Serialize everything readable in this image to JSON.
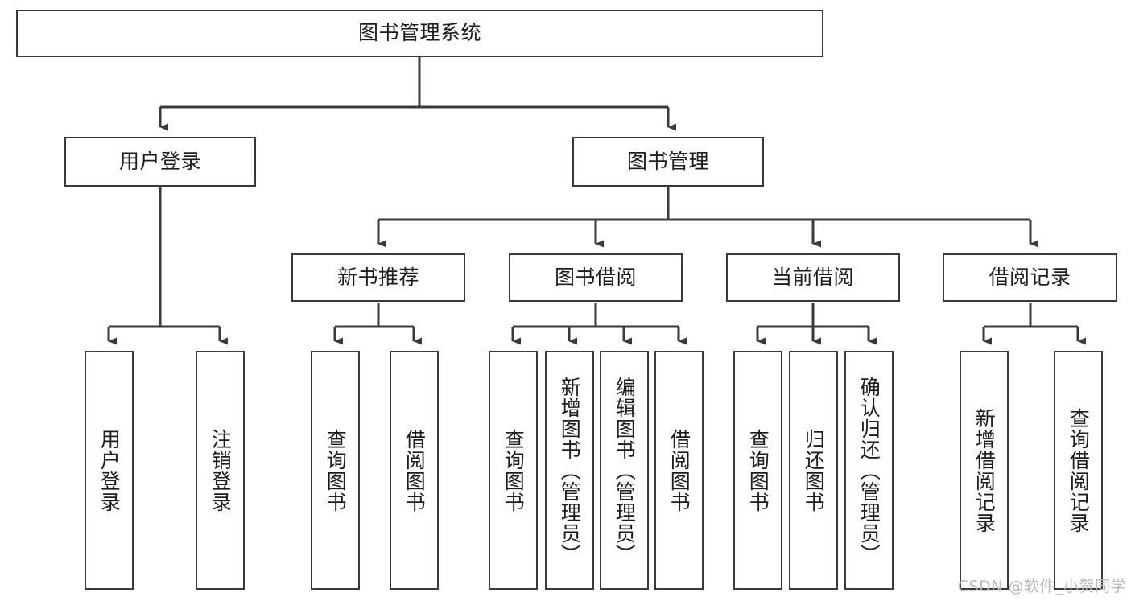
{
  "diagram": {
    "type": "hierarchy-tree",
    "title": "图书管理系统",
    "colors": {
      "stroke": "#3a3a3a",
      "fill": "#ffffff",
      "text": "#1c1c1c",
      "watermark": "#b9b9b9"
    },
    "levels": {
      "root": {
        "label": "图书管理系统"
      },
      "level2": [
        {
          "label": "用户登录"
        },
        {
          "label": "图书管理"
        }
      ],
      "level3": [
        {
          "label": "新书推荐"
        },
        {
          "label": "图书借阅"
        },
        {
          "label": "当前借阅"
        },
        {
          "label": "借阅记录"
        }
      ],
      "leaves": {
        "user_login": [
          {
            "label": "用户登录"
          },
          {
            "label": "注销登录"
          }
        ],
        "new_book": [
          {
            "label": "查询图书"
          },
          {
            "label": "借阅图书"
          }
        ],
        "book_borrow": [
          {
            "label": "查询图书"
          },
          {
            "label": "新增图书（管理员）"
          },
          {
            "label": "编辑图书（管理员）"
          },
          {
            "label": "借阅图书"
          }
        ],
        "current_borrow": [
          {
            "label": "查询图书"
          },
          {
            "label": "归还图书"
          },
          {
            "label": "确认归还（管理员）"
          }
        ],
        "borrow_record": [
          {
            "label": "新增借阅记录"
          },
          {
            "label": "查询借阅记录"
          }
        ]
      }
    }
  },
  "watermark": {
    "text": "CSDN @软件_小贺同学"
  }
}
